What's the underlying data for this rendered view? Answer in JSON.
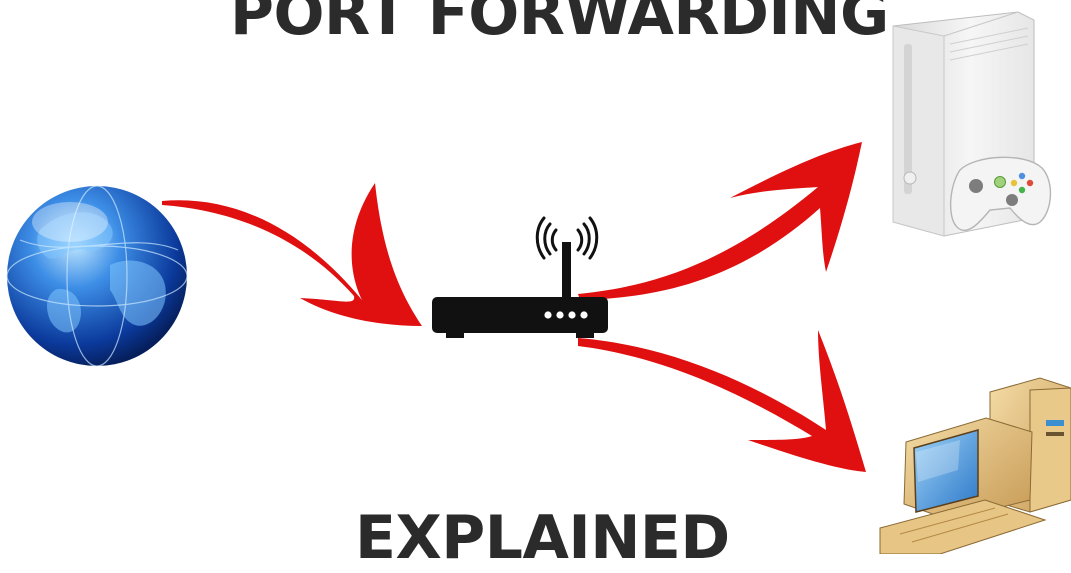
{
  "title": {
    "top": "PORT FORWARDING",
    "bottom": "EXPLAINED"
  },
  "nodes": [
    {
      "id": "internet",
      "icon": "globe-icon"
    },
    {
      "id": "router",
      "icon": "router-icon"
    },
    {
      "id": "console",
      "icon": "game-console-icon"
    },
    {
      "id": "computer",
      "icon": "desktop-computer-icon"
    }
  ],
  "edges": [
    {
      "from": "internet",
      "to": "router"
    },
    {
      "from": "router",
      "to": "console"
    },
    {
      "from": "router",
      "to": "computer"
    }
  ],
  "colors": {
    "arrow": "#e01010",
    "router": "#111111",
    "title": "#2b2b2b"
  }
}
